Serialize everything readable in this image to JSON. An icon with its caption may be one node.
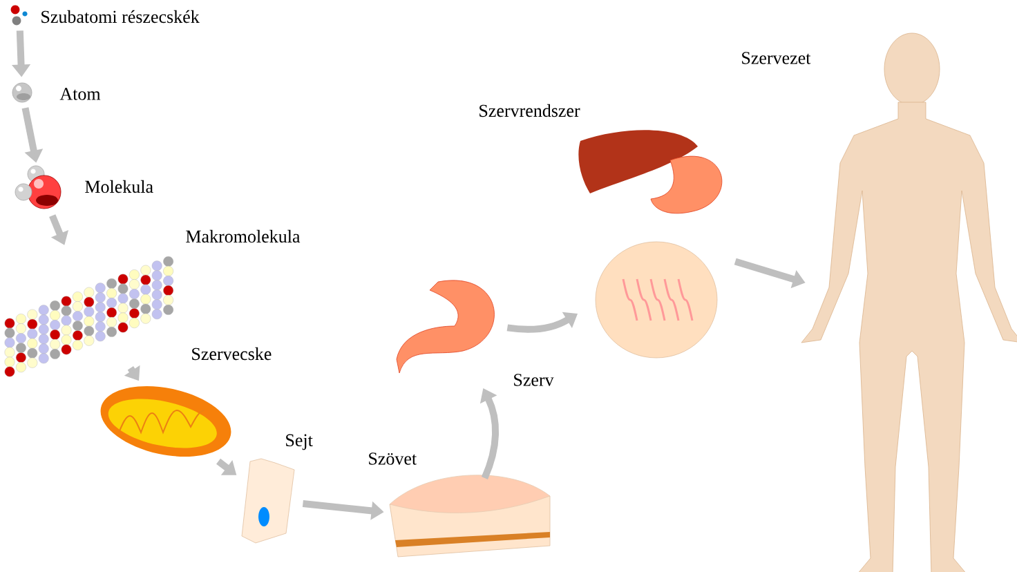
{
  "diagram": {
    "nodes": [
      {
        "text": [],
        "shape": "picture",
        "beside": [
          "Szubatomi részecskék"
        ]
      },
      {
        "text": [],
        "shape": "picture",
        "beside": [
          "Atom"
        ]
      },
      {
        "text": [],
        "shape": "picture",
        "beside": [
          "Molekula"
        ]
      },
      {
        "text": [],
        "shape": "picture",
        "beside": [
          "Makromolekula"
        ]
      },
      {
        "text": [],
        "shape": "picture",
        "beside": [
          "Szervecske"
        ]
      },
      {
        "text": [],
        "shape": "picture",
        "beside": [
          "Sejt"
        ]
      },
      {
        "text": [],
        "shape": "picture",
        "beside": [
          "Szövet"
        ]
      },
      {
        "text": [],
        "shape": "picture",
        "beside": [
          "Szerv"
        ]
      },
      {
        "text": [],
        "shape": "picture",
        "beside": [
          "Szervrendszer"
        ]
      },
      {
        "text": [],
        "shape": "picture",
        "beside": [
          "Szervezet"
        ]
      }
    ],
    "edges": [
      {
        "from": 0,
        "to": 1,
        "arrow": "to"
      },
      {
        "from": 1,
        "to": 2,
        "arrow": "to"
      },
      {
        "from": 2,
        "to": 3,
        "arrow": "to"
      },
      {
        "from": 3,
        "to": 4,
        "arrow": "to"
      },
      {
        "from": 4,
        "to": 5,
        "arrow": "to"
      },
      {
        "from": 5,
        "to": 6,
        "arrow": "to"
      },
      {
        "from": 6,
        "to": 7,
        "arrow": "to"
      },
      {
        "from": 7,
        "to": 8,
        "arrow": "to"
      },
      {
        "from": 8,
        "to": 9,
        "arrow": "to"
      }
    ]
  }
}
